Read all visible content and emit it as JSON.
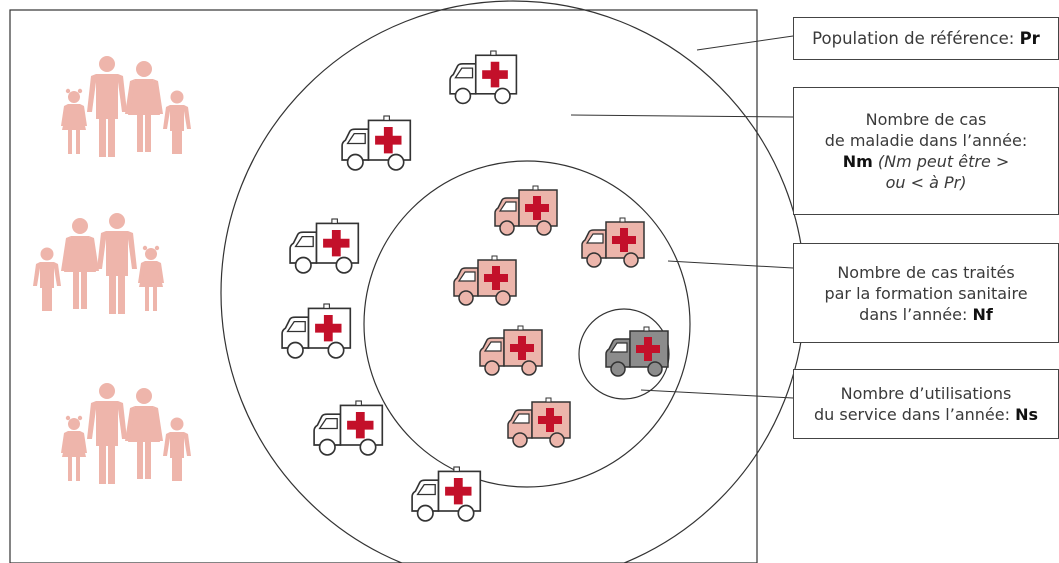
{
  "colors": {
    "family": "#eeb5ab",
    "ambulance_white": "#ffffff",
    "ambulance_pink": "#ecb5ab",
    "ambulance_grey": "#8c8c8c",
    "cross": "#c3102a",
    "line": "#333333"
  },
  "icons": {
    "family": "family-icon",
    "ambulance": "ambulance-icon"
  },
  "labels": {
    "pr": {
      "text": "Population de référence: ",
      "code": "Pr"
    },
    "nm": {
      "line1": "Nombre de cas",
      "line2": "de maladie dans l’année:",
      "code": "Nm",
      "note": "(Nm peut être >",
      "note2": "ou < à Pr)"
    },
    "nf": {
      "line1": "Nombre de cas traités",
      "line2": "par la formation sanitaire",
      "line3": "dans l’année: ",
      "code": "Nf"
    },
    "ns": {
      "line1": "Nombre d’utilisations",
      "line2": "du service dans l’année: ",
      "code": "Ns"
    }
  }
}
